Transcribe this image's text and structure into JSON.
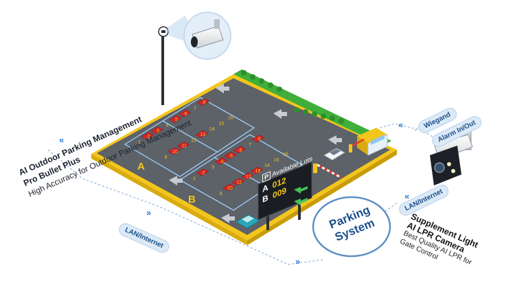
{
  "title": {
    "line1": "AI Outdoor Parking Management",
    "line2": "Pro Bullet Plus",
    "line3": "High Accuracy for Outdoor Parking Management"
  },
  "connections": {
    "lan_left": "LAN/Internet",
    "lan_right": "LAN/Internet",
    "wiegand": "Wiegand",
    "alarm": "Alarm In/Out",
    "chevrons": "»"
  },
  "parking_system": {
    "line1": "Parking",
    "line2": "System"
  },
  "sign": {
    "icon": "P",
    "title": "Available Lots",
    "rows": [
      {
        "zone": "A",
        "count": "012"
      },
      {
        "zone": "B",
        "count": "009"
      }
    ]
  },
  "zones": {
    "a": "A",
    "b": "B"
  },
  "lot_a_numbers": [
    "1",
    "2",
    "3",
    "4",
    "5",
    "6",
    "7",
    "8",
    "9",
    "10",
    "11",
    "12",
    "13",
    "14",
    "15",
    "16"
  ],
  "lot_b_numbers": [
    "1",
    "2",
    "3",
    "4",
    "5",
    "6",
    "7",
    "8",
    "9",
    "10",
    "11",
    "12",
    "13",
    "14",
    "15",
    "16"
  ],
  "camera": {
    "name1": "Supplement Light",
    "name2": "AI LPR Camera",
    "desc1": "Best Quality AI LPR for",
    "desc2": "Gate Control"
  },
  "colors": {
    "asphalt": "#5d6168",
    "border": "#f3c61c",
    "line_blue": "#9fd2ff",
    "car_red": "#d3262a",
    "accent_blue": "#2f7fd1",
    "grass": "#3fae3a"
  },
  "icons": [
    "bullet-camera-icon",
    "lpr-camera-icon",
    "pole-camera-icon",
    "parking-p-icon",
    "arrow-right-icon",
    "arrow-left-icon",
    "gate-barrier-icon",
    "guard-booth-icon"
  ]
}
